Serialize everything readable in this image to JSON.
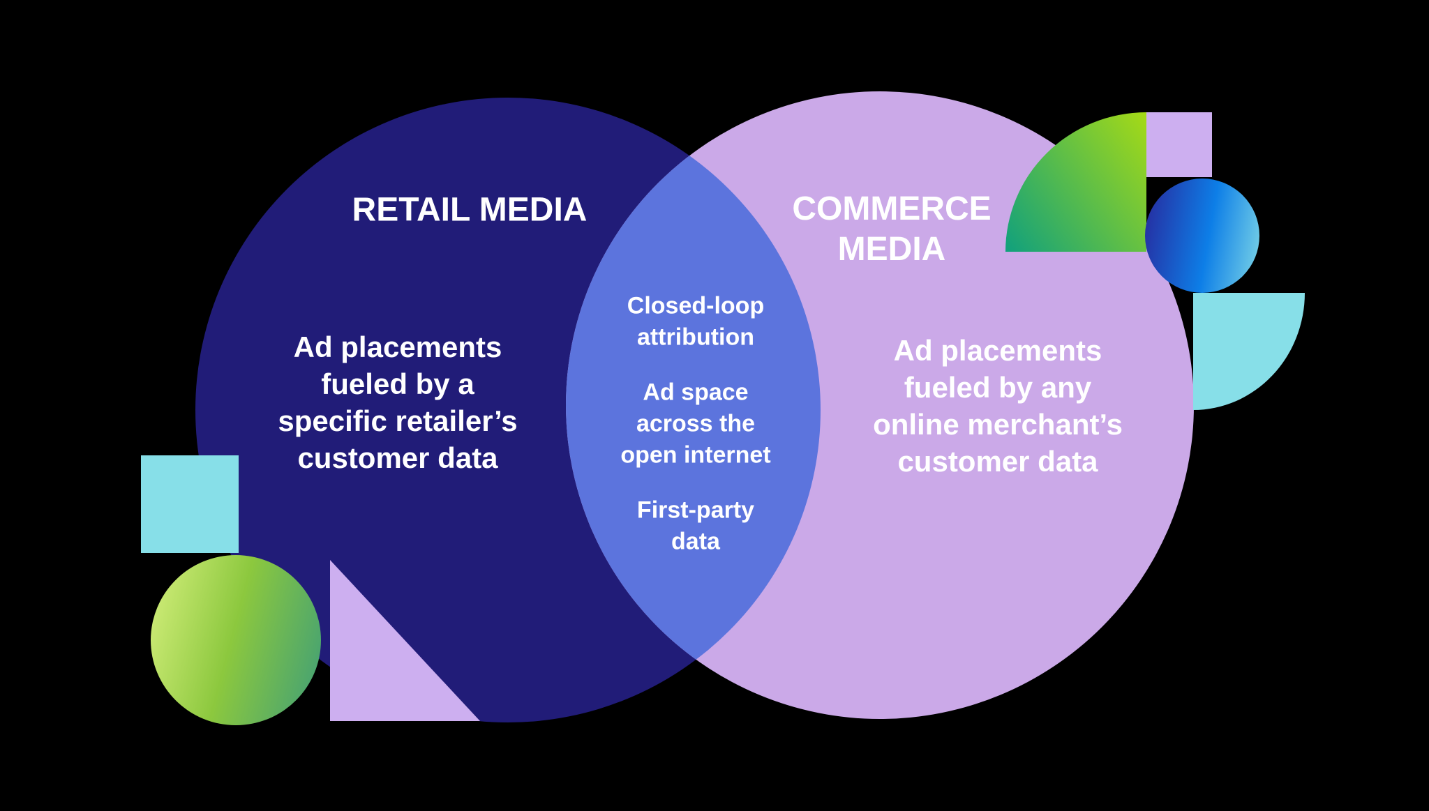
{
  "colors": {
    "background": "#000000",
    "navy": "#211C78",
    "lavender": "#CBA9E8",
    "overlap-blue": "#5C74DD",
    "teal": "#87DFE8",
    "violet": "#CDAFF0",
    "lime-light": "#D6F07E",
    "green-mid": "#8CC83E",
    "teal-green": "#3E9E78",
    "quarter-teal-green": "#10A07D",
    "quarter-lime": "#A6DA16",
    "indigo-deep": "#28289C",
    "azure": "#0D7EE7",
    "cyan-light": "#7ED7E7",
    "text": "#FFFFFF"
  },
  "venn": {
    "retail": {
      "title": "RETAIL MEDIA",
      "body_lines": [
        "Ad placements",
        "fueled by a",
        "specific retailer’s",
        "customer data"
      ]
    },
    "overlap": {
      "group1_lines": [
        "Closed-loop",
        "attribution"
      ],
      "group2_lines": [
        "Ad space",
        "across the",
        "open internet"
      ],
      "group3_lines": [
        "First-party",
        "data"
      ]
    },
    "commerce": {
      "title_lines": [
        "COMMERCE",
        "MEDIA"
      ],
      "body_lines": [
        "Ad placements",
        "fueled by any",
        "online merchant’s",
        "customer data"
      ]
    }
  }
}
